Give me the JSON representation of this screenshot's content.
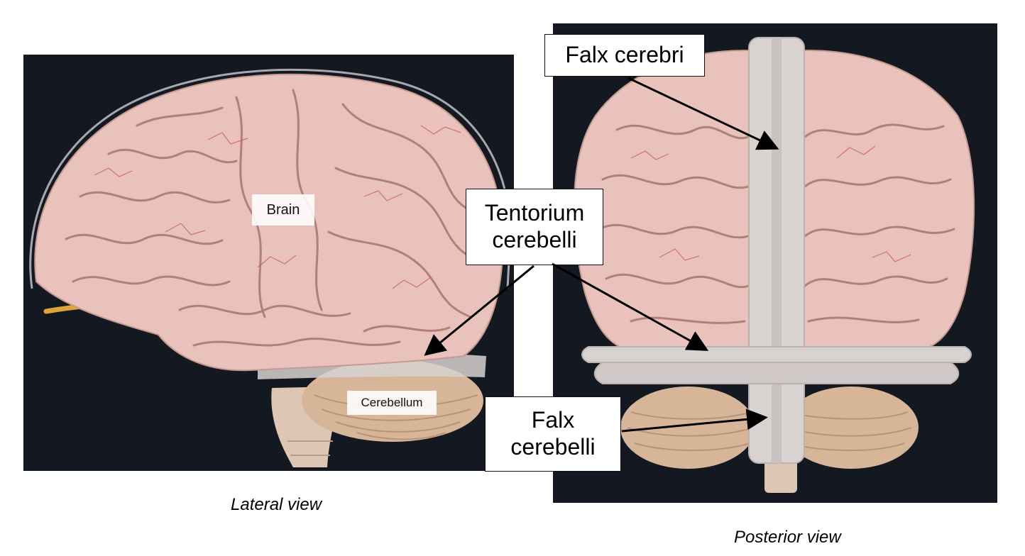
{
  "views": {
    "lateral": {
      "caption": "Lateral view",
      "labels": {
        "brain": "Brain",
        "cerebellum": "Cerebellum"
      }
    },
    "posterior": {
      "caption": "Posterior view"
    }
  },
  "callouts": {
    "falx_cerebri": "Falx cerebri",
    "tentorium_line1": "Tentorium",
    "tentorium_line2": "cerebelli",
    "falx_cerebelli_line1": "Falx",
    "falx_cerebelli_line2": "cerebelli"
  },
  "colors": {
    "background": "#131821",
    "cortex": "#e9c3bb",
    "sulcus": "#b27f7a",
    "vessel": "#c8545e",
    "cerebellum": "#d7b599",
    "dura": "#d8d2d0",
    "nerve": "#e0a53a"
  }
}
